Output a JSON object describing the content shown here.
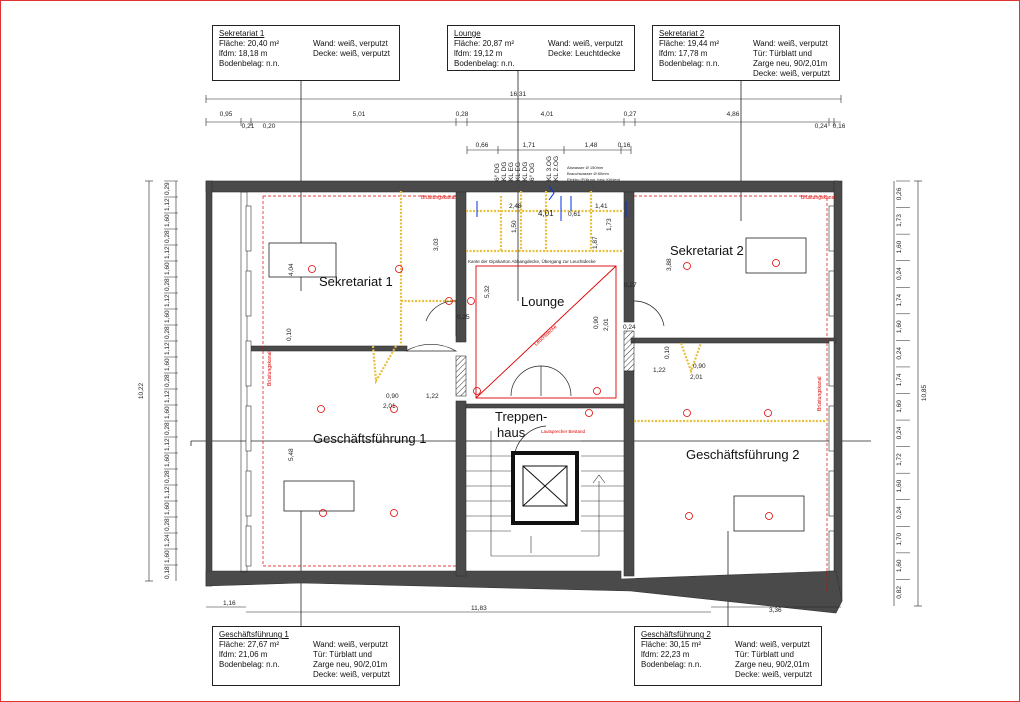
{
  "infoboxes": {
    "sek1": {
      "title": "Sekretariat 1",
      "lines": [
        "Fläche: 20,40 m²",
        "lfdm: 18,18 m",
        "Bodenbelag:  n.n."
      ],
      "right": [
        "Wand: weiß, verputzt",
        "Decke: weiß, verputzt"
      ]
    },
    "lounge": {
      "title": "Lounge",
      "lines": [
        "Fläche: 20,87 m²",
        "lfdm: 19,12 m",
        "Bodenbelag:  n.n."
      ],
      "right": [
        "Wand: weiß, verputzt",
        "Decke: Leuchtdecke"
      ]
    },
    "sek2": {
      "title": "Sekretariat 2",
      "lines": [
        "Fläche: 19,44 m²",
        "lfdm: 17,78 m",
        "Bodenbelag:  n.n."
      ],
      "right": [
        "Wand: weiß, verputzt",
        "Tür: Türblatt und",
        "Zarge neu, 90/2,01m",
        "Decke: weiß, verputzt"
      ]
    },
    "gf1": {
      "title": "Geschäftsführung 1",
      "lines": [
        "Fläche: 27,67 m²",
        "lfdm: 21,06 m",
        "Bodenbelag:  n.n."
      ],
      "right": [
        "Wand: weiß, verputzt",
        "Tür: Türblatt und",
        "Zarge neu, 90/2,01m",
        "Decke: weiß, verputzt"
      ]
    },
    "gf2": {
      "title": "Geschäftsführung 2",
      "lines": [
        "Fläche: 30,15 m²",
        "lfdm: 22,23 m",
        "Bodenbelag:  n.n."
      ],
      "right": [
        "Wand: weiß, verputzt",
        "Tür: Türblatt und",
        "Zarge neu, 90/2,01m",
        "Decke: weiß, verputzt"
      ]
    }
  },
  "rooms": {
    "sek1": "Sekretariat 1",
    "lounge": "Lounge",
    "sek2": "Sekretariat 2",
    "gf1": "Geschäftsführung 1",
    "gf2": "Geschäftsführung 2",
    "treppen1": "Treppen-",
    "treppen2": "haus"
  },
  "dims": {
    "total_top": "16,31",
    "top_row": [
      "0,95",
      "5,01",
      "0,28",
      "4,01",
      "0,27",
      "4,86"
    ],
    "top_row_small": [
      "0,21",
      "0,20",
      "0,24",
      "0,16"
    ],
    "lounge_row": [
      "0,66",
      "1,71",
      "1,48",
      "0,16"
    ],
    "lounge_inner": [
      "2,48",
      "4,01",
      "1,41",
      "0,61"
    ],
    "bottom": [
      "1,16",
      "11,83",
      "3,36"
    ],
    "left_total": "10,22",
    "right_total": "10,85",
    "left_vals": [
      "0,29",
      "1,12",
      "1,60",
      "0,28",
      "1,12",
      "1,60",
      "0,28",
      "1,12",
      "1,60",
      "0,28",
      "1,12",
      "1,60",
      "0,28",
      "1,12",
      "1,60",
      "0,28",
      "1,12",
      "1,60",
      "0,28",
      "1,12",
      "1,60",
      "0,28",
      "1,24",
      "1,60",
      "0,18"
    ],
    "right_vals": [
      "0,26",
      "1,73",
      "1,60",
      "0,24",
      "1,74",
      "1,60",
      "0,24",
      "1,74",
      "1,60",
      "0,24",
      "1,72",
      "1,60",
      "0,24",
      "1,70",
      "1,60",
      "0,82"
    ],
    "interior": [
      "3,03",
      "4,04",
      "5,32",
      "0,25",
      "0,10",
      "0,90",
      "2,01",
      "1,22",
      "5,48",
      "1,50",
      "1,73",
      "3,88",
      "0,27",
      "0,24",
      "0,90",
      "2,01",
      "0,10",
      "1,22",
      "0,90",
      "2,01",
      "1,87"
    ]
  },
  "labels": {
    "bruestung": "Brüstungskanal",
    "kante": "Kante der Gipskarton Abhangdecke, Übergang zur Leuchtdecke",
    "leuchtdecke": "Leuchtdecke",
    "lautsprecher": "Lautsprecher Bestand",
    "abwasser1": "Abwasser Ø 150mm",
    "abwasser2": "Brauchwasser Ø 80mm",
    "abwasser3": "Elektro (Füllung, bzw. Kühlen)",
    "kl_left": [
      "6° DG",
      "KL DG",
      "KL EG",
      "KL EG",
      "KL DG",
      "6° OG"
    ],
    "kl_right": [
      "KL 3.OG",
      "KL 2.OG"
    ]
  },
  "colors": {
    "wall": "#4a4a4a",
    "red": "#e00000",
    "yellow": "#e8c040",
    "blue": "#0030e0",
    "frame": "#d33333"
  }
}
